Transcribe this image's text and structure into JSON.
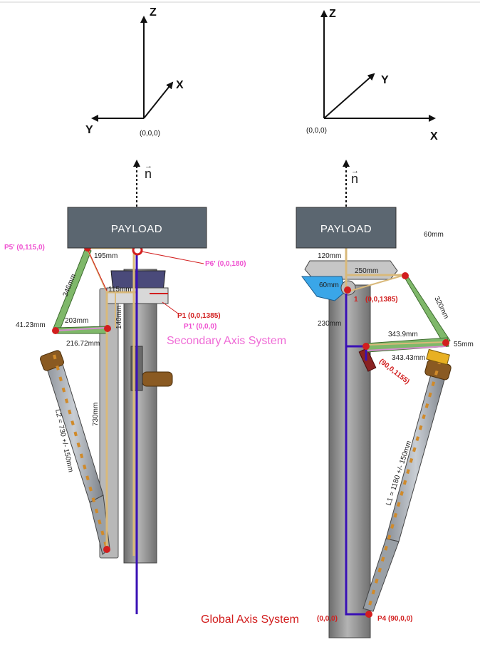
{
  "left_frame": {
    "axes": {
      "z": "Z",
      "x": "X",
      "y": "Y",
      "origin": "(0,0,0)"
    },
    "normal_label": "n",
    "payload": "PAYLOAD",
    "points": {
      "p5": "P5' (0,115,0)",
      "p6": "P6' (0,0,180)",
      "p1": "P1 (0,0,1385)",
      "p1p": "P1' (0,0,0)"
    },
    "dimensions": {
      "d195": "195mm",
      "d346": "346mm",
      "d115": "115mm",
      "d140": "140mm",
      "d203": "203mm",
      "d4123": "41.23mm",
      "d21672": "216.72mm",
      "d730": "730mm",
      "l2": "L2 = 730 +/- 150mm"
    },
    "system_label": "Secondary Axis System"
  },
  "right_frame": {
    "axes": {
      "z": "Z",
      "x": "X",
      "y": "Y",
      "origin": "(0,0,0)"
    },
    "normal_label": "n",
    "payload": "PAYLOAD",
    "points": {
      "p1": "(0,0,1385)",
      "p1_prefix": "1",
      "p3": "(90,0,1155)",
      "p4": "P4 (90,0,0)",
      "global_origin": "(0,0,0)"
    },
    "dimensions": {
      "d60_top": "60mm",
      "d120": "120mm",
      "d250": "250mm",
      "d60": "60mm",
      "d320": "320mm",
      "d230": "230mm",
      "d3439": "343.9mm",
      "d55": "55mm",
      "d34343": "343.43mm",
      "l1": "L1 = 1180 +/- 150mm"
    },
    "system_label": "Global Axis System"
  },
  "colors": {
    "payload": "#5b6670",
    "structure": "#d9b97a",
    "link_green": "#7fb86a",
    "blue_axis": "#3a10b5",
    "red_point": "#d21e1e",
    "pink_label": "#ef4fd0",
    "pillar": "#8e8e8e"
  }
}
